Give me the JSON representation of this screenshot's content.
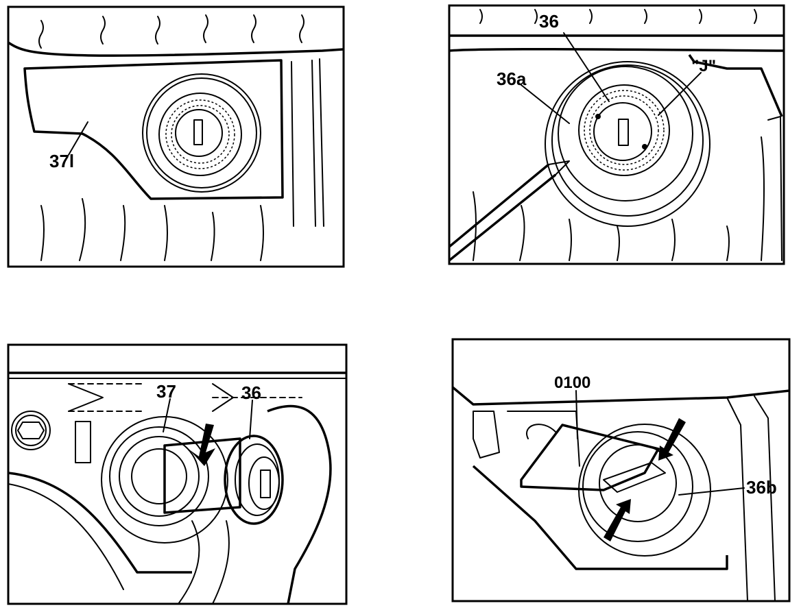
{
  "panels": [
    {
      "id": "top-left",
      "callouts": [
        {
          "text": "37l"
        }
      ]
    },
    {
      "id": "top-right",
      "callouts": [
        {
          "text": "36"
        },
        {
          "text": "36a"
        },
        {
          "text": "\"J\""
        }
      ]
    },
    {
      "id": "bottom-left",
      "callouts": [
        {
          "text": "37"
        },
        {
          "text": "36"
        }
      ]
    },
    {
      "id": "bottom-right",
      "callouts": [
        {
          "text": "0100"
        },
        {
          "text": "36b"
        }
      ]
    }
  ]
}
